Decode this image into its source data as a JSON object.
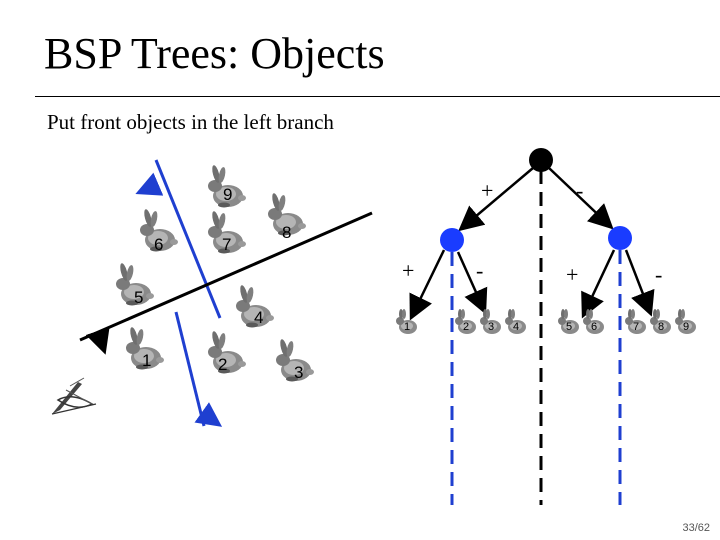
{
  "slide": {
    "title": "BSP Trees: Objects",
    "subtitle": "Put front objects in the left branch",
    "page": "33/62"
  },
  "scene": {
    "bunny_labels": [
      "9",
      "6",
      "7",
      "8",
      "5",
      "4",
      "1",
      "2",
      "3"
    ]
  },
  "tree": {
    "root_edges": {
      "left": "+",
      "right": "-"
    },
    "left_child_edges": {
      "left": "+",
      "right": "-"
    },
    "right_child_edges": {
      "left": "+",
      "right": "-"
    },
    "leaf_labels": [
      "1",
      "2",
      "3",
      "4",
      "5",
      "6",
      "7",
      "8",
      "9"
    ]
  },
  "colors": {
    "node_blue": "#1a3cff",
    "plane_blue": "#1f3fd0",
    "root_node": "#000000",
    "bunny": "#8a8a8a"
  }
}
